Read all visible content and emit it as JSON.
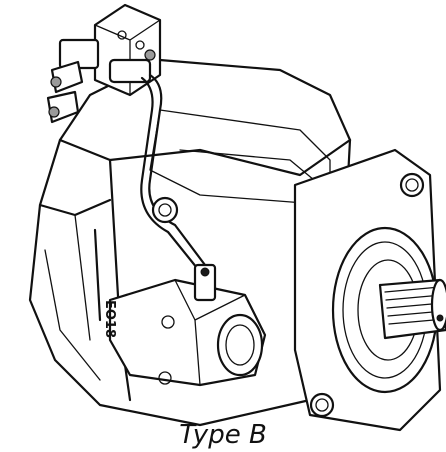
{
  "figure": {
    "caption": "Type B",
    "housing_marking": "EO18"
  },
  "icons": {
    "pump": "hydraulic-axial-piston-pump-drawing",
    "shaft": "splined-drive-shaft-icon",
    "valve": "control-valve-icon"
  }
}
